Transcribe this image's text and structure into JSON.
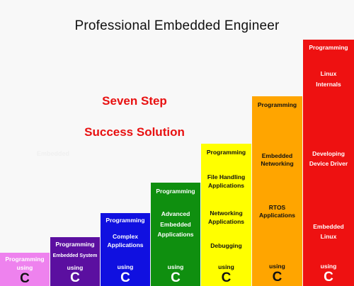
{
  "title": "Professional Embedded Engineer",
  "slogan": {
    "line1": "Seven Step",
    "line2": "Success Solution"
  },
  "faint_text": "Embedded",
  "colors": {
    "step1": "#ee82ee",
    "step2": "#5b0fa0",
    "step3": "#1010e0",
    "step4": "#0f8f0f",
    "step5": "#ffff00",
    "step6": "#ffa500",
    "step7": "#ee1111",
    "slogan": "#e81010"
  },
  "steps": [
    {
      "top_label": "Programming",
      "lines": [],
      "using": "using",
      "c_letter": "C"
    },
    {
      "top_label": "Programming",
      "lines": [
        "Embedded System"
      ],
      "using": "using",
      "c_letter": "C"
    },
    {
      "top_label": "Programming",
      "lines": [
        "Complex",
        "Applications"
      ],
      "using": "using",
      "c_letter": "C"
    },
    {
      "top_label": "Programming",
      "lines": [
        "Advanced",
        "Embedded",
        "Applications"
      ],
      "using": "using",
      "c_letter": "C"
    },
    {
      "top_label": "Programming",
      "lines": [
        "File Handling",
        "Applications",
        "Networking",
        "Applications",
        "Debugging"
      ],
      "using": "using",
      "c_letter": "C"
    },
    {
      "top_label": "Programming",
      "lines": [
        "Embedded",
        "Networking",
        "RTOS",
        "Applications"
      ],
      "using": "using",
      "c_letter": "C"
    },
    {
      "top_label": "Programming",
      "lines": [
        "Linux",
        "Internals",
        "Developing",
        "Device Driver",
        "Embedded",
        "Linux"
      ],
      "using": "using",
      "c_letter": "C"
    }
  ]
}
